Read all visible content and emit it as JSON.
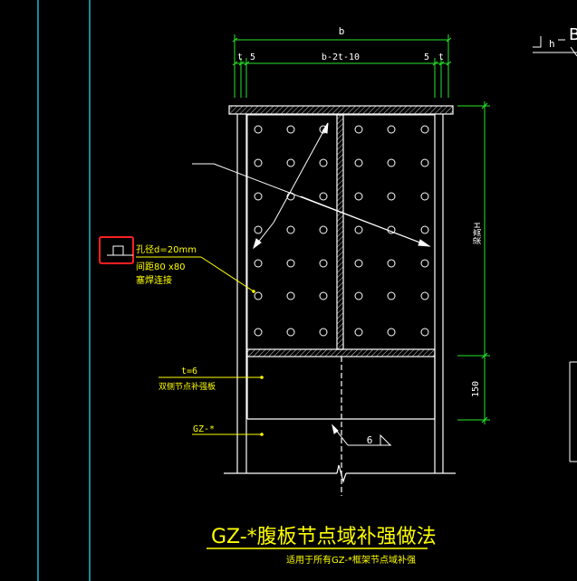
{
  "colors": {
    "background": "#000000",
    "white": "#ffffff",
    "green": "#29e62b",
    "yellow": "#ffff00",
    "cyan": "#22d6e6",
    "red": "#ff2020"
  },
  "dims": {
    "top_total": "b",
    "top_left_t": "t",
    "top_left_5": "5",
    "top_mid": "b-2t-10",
    "top_right_5": "5",
    "top_right_t": "t",
    "right_height": "梁高H",
    "right_150": "150"
  },
  "labels": {
    "weld_symbol_left": "",
    "spec_line1": "孔径d=20mm",
    "spec_line2": "间距80 x80",
    "spec_line3": "塞焊连接",
    "plate_t": "t=6",
    "plate_desc": "双侧节点补强板",
    "column_mark": "GZ-*",
    "weld_size": "6",
    "title": "GZ-*腹板节点域补强做法",
    "subtitle": "适用于所有GZ-*框架节点域补强",
    "right_edge_letter": "B",
    "right_top_h": "h"
  },
  "icons": {
    "weld_square": "weld-square-icon",
    "break_line": "break-line-icon"
  }
}
